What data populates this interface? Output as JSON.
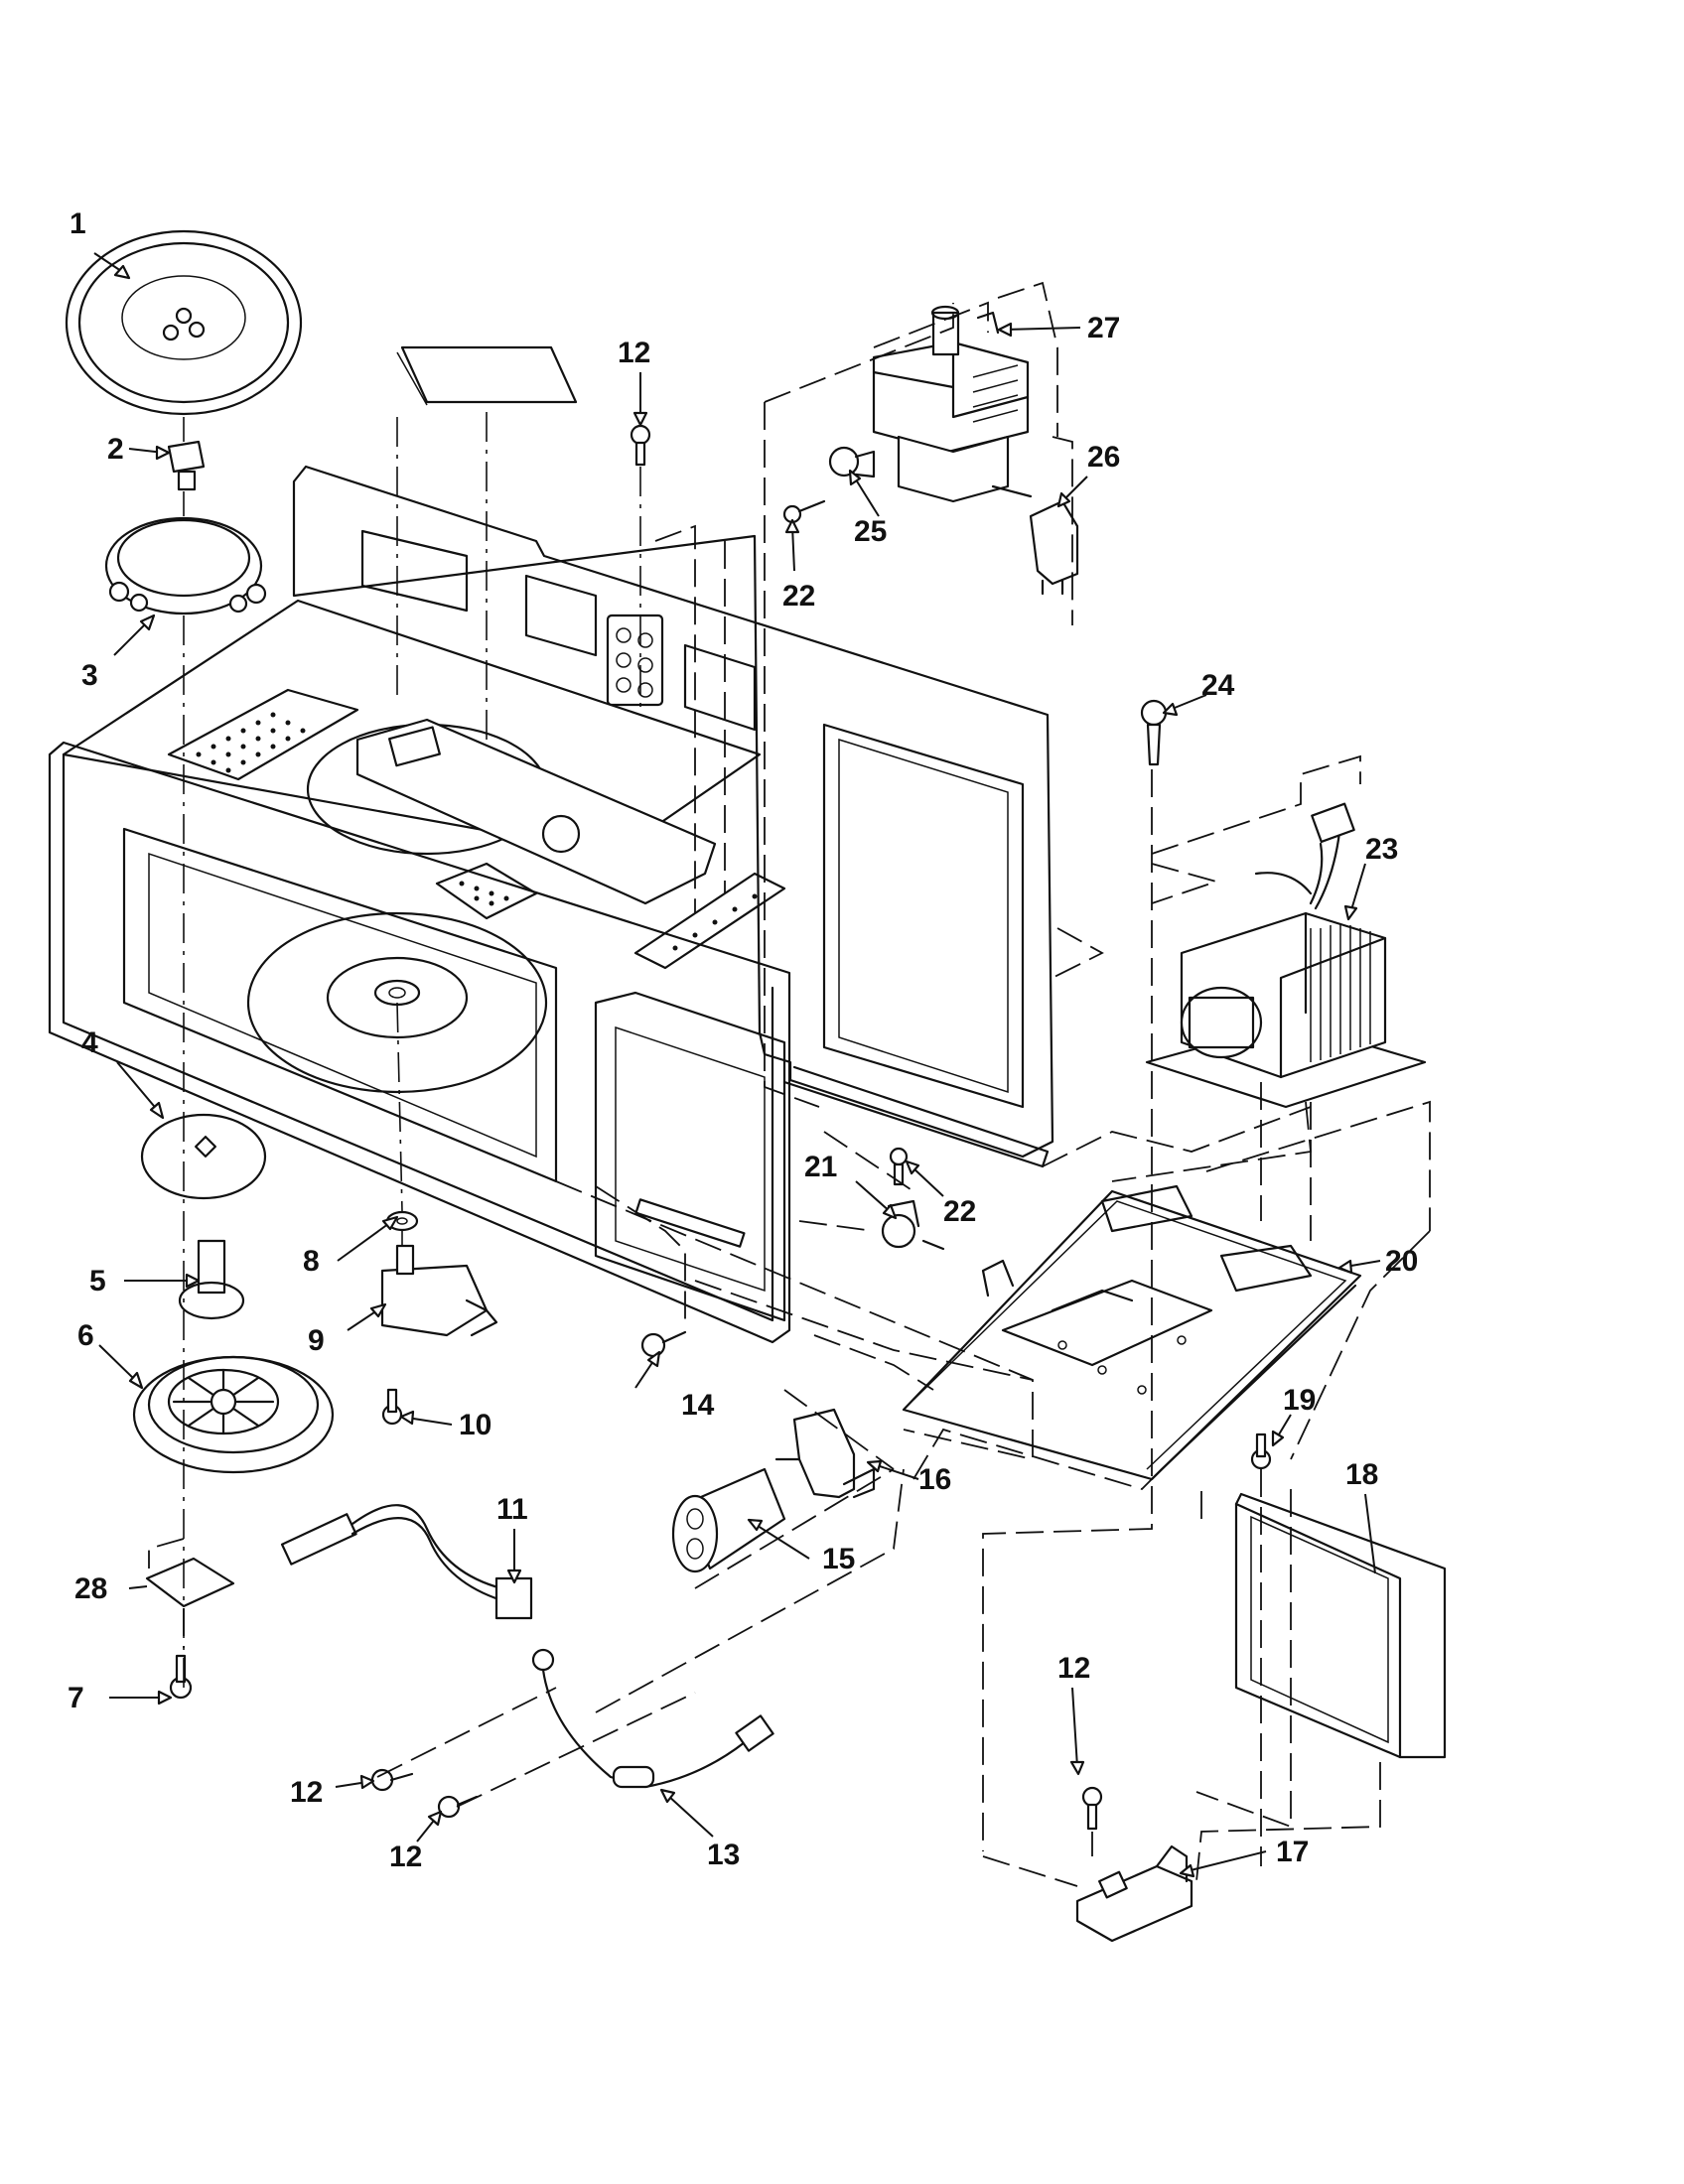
{
  "callouts": [
    {
      "id": "1",
      "text": "1"
    },
    {
      "id": "2",
      "text": "2"
    },
    {
      "id": "3",
      "text": "3"
    },
    {
      "id": "4",
      "text": "4"
    },
    {
      "id": "5",
      "text": "5"
    },
    {
      "id": "6",
      "text": "6"
    },
    {
      "id": "7",
      "text": "7"
    },
    {
      "id": "8",
      "text": "8"
    },
    {
      "id": "9",
      "text": "9"
    },
    {
      "id": "10",
      "text": "10"
    },
    {
      "id": "11",
      "text": "11"
    },
    {
      "id": "12a",
      "text": "12"
    },
    {
      "id": "12b",
      "text": "12"
    },
    {
      "id": "12c",
      "text": "12"
    },
    {
      "id": "12d",
      "text": "12"
    },
    {
      "id": "13",
      "text": "13"
    },
    {
      "id": "14",
      "text": "14"
    },
    {
      "id": "15",
      "text": "15"
    },
    {
      "id": "16",
      "text": "16"
    },
    {
      "id": "17",
      "text": "17"
    },
    {
      "id": "18",
      "text": "18"
    },
    {
      "id": "19",
      "text": "19"
    },
    {
      "id": "20",
      "text": "20"
    },
    {
      "id": "21",
      "text": "21"
    },
    {
      "id": "22a",
      "text": "22"
    },
    {
      "id": "22b",
      "text": "22"
    },
    {
      "id": "23",
      "text": "23"
    },
    {
      "id": "24",
      "text": "24"
    },
    {
      "id": "25",
      "text": "25"
    },
    {
      "id": "26",
      "text": "26"
    },
    {
      "id": "27",
      "text": "27"
    },
    {
      "id": "28",
      "text": "28"
    }
  ]
}
